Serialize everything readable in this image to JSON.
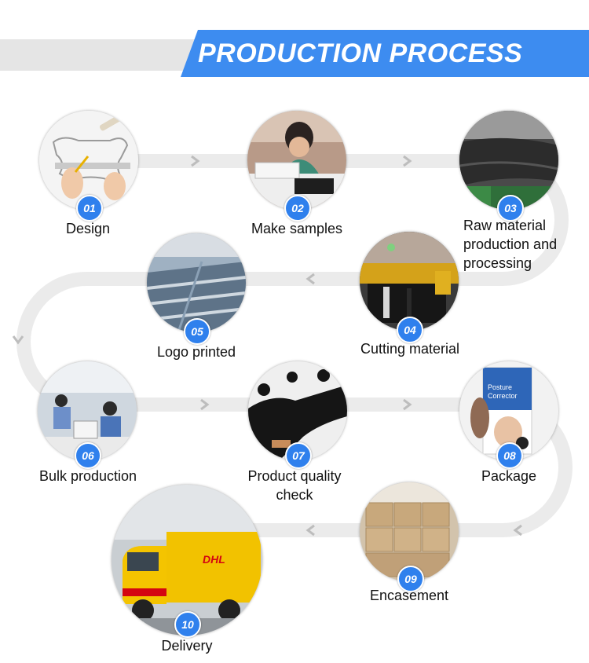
{
  "header": {
    "title": "PRODUCTION PROCESS"
  },
  "colors": {
    "accent": "#3d8cf0",
    "badge": "#2f80ed",
    "track": "#ebebeb",
    "chevron": "#bdbdbd"
  },
  "steps": [
    {
      "num": "01",
      "label": "Design"
    },
    {
      "num": "02",
      "label": "Make samples"
    },
    {
      "num": "03",
      "label": "Raw material production and processing",
      "lines": [
        "Raw material",
        "production and",
        "processing"
      ]
    },
    {
      "num": "04",
      "label": "Cutting material"
    },
    {
      "num": "05",
      "label": "Logo printed"
    },
    {
      "num": "06",
      "label": "Bulk production"
    },
    {
      "num": "07",
      "label": "Product quality check",
      "lines": [
        "Product quality",
        "check"
      ]
    },
    {
      "num": "08",
      "label": "Package"
    },
    {
      "num": "09",
      "label": "Encasement"
    },
    {
      "num": "10",
      "label": "Delivery"
    }
  ],
  "photo_text": {
    "box_line1": "Posture",
    "box_line2": "Corrector",
    "truck_logo": "DHL"
  }
}
